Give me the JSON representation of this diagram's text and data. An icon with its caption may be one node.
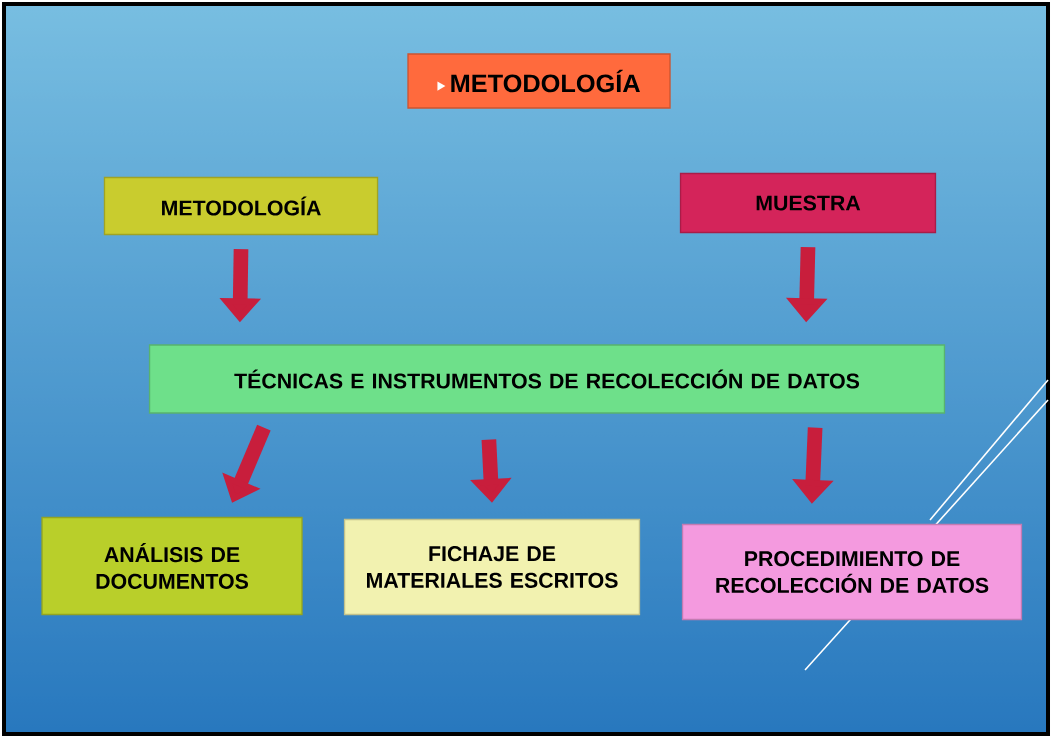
{
  "diagram": {
    "nodes": [
      {
        "text": [
          "METODOLOGÍA"
        ]
      },
      {
        "text": [
          "METODOLOGÍA"
        ]
      },
      {
        "text": [
          "MUESTRA"
        ]
      },
      {
        "text": [
          "TÉCNICAS E INSTRUMENTOS DE RECOLECCIÓN DE DATOS"
        ]
      },
      {
        "text": [
          "ANÁLISIS DE DOCUMENTOS"
        ]
      },
      {
        "text": [
          "FICHAJE DE MATERIALES ESCRITOS"
        ]
      },
      {
        "text": [
          "PROCEDIMIENTO DE RECOLECCIÓN DE DATOS"
        ]
      }
    ],
    "edges": [
      {
        "from": 1,
        "to": 3,
        "arrow": "to"
      },
      {
        "from": 2,
        "to": 3,
        "arrow": "to"
      },
      {
        "from": 3,
        "to": 4,
        "arrow": "to"
      },
      {
        "from": 3,
        "to": 5,
        "arrow": "to"
      },
      {
        "from": 3,
        "to": 6,
        "arrow": "to"
      }
    ]
  }
}
